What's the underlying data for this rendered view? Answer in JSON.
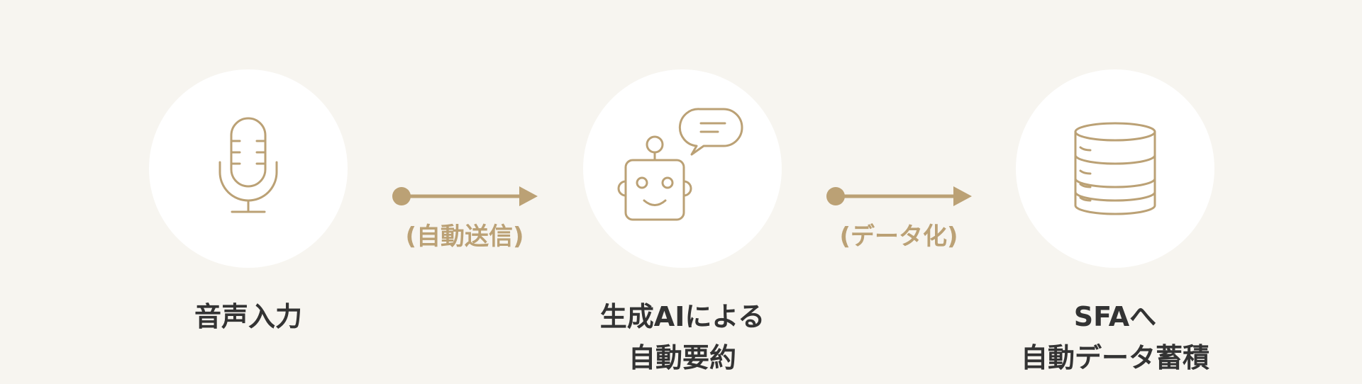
{
  "accent_color": "#bba175",
  "steps": [
    {
      "icon": "microphone-icon",
      "label_lines": [
        "音声入力"
      ]
    },
    {
      "icon": "robot-chat-icon",
      "label_lines": [
        "生成AIによる",
        "自動要約"
      ]
    },
    {
      "icon": "database-icon",
      "label_lines": [
        "SFAへ",
        "自動データ蓄積"
      ]
    }
  ],
  "connectors": [
    {
      "label": "(自動送信)"
    },
    {
      "label": "(データ化)"
    }
  ]
}
